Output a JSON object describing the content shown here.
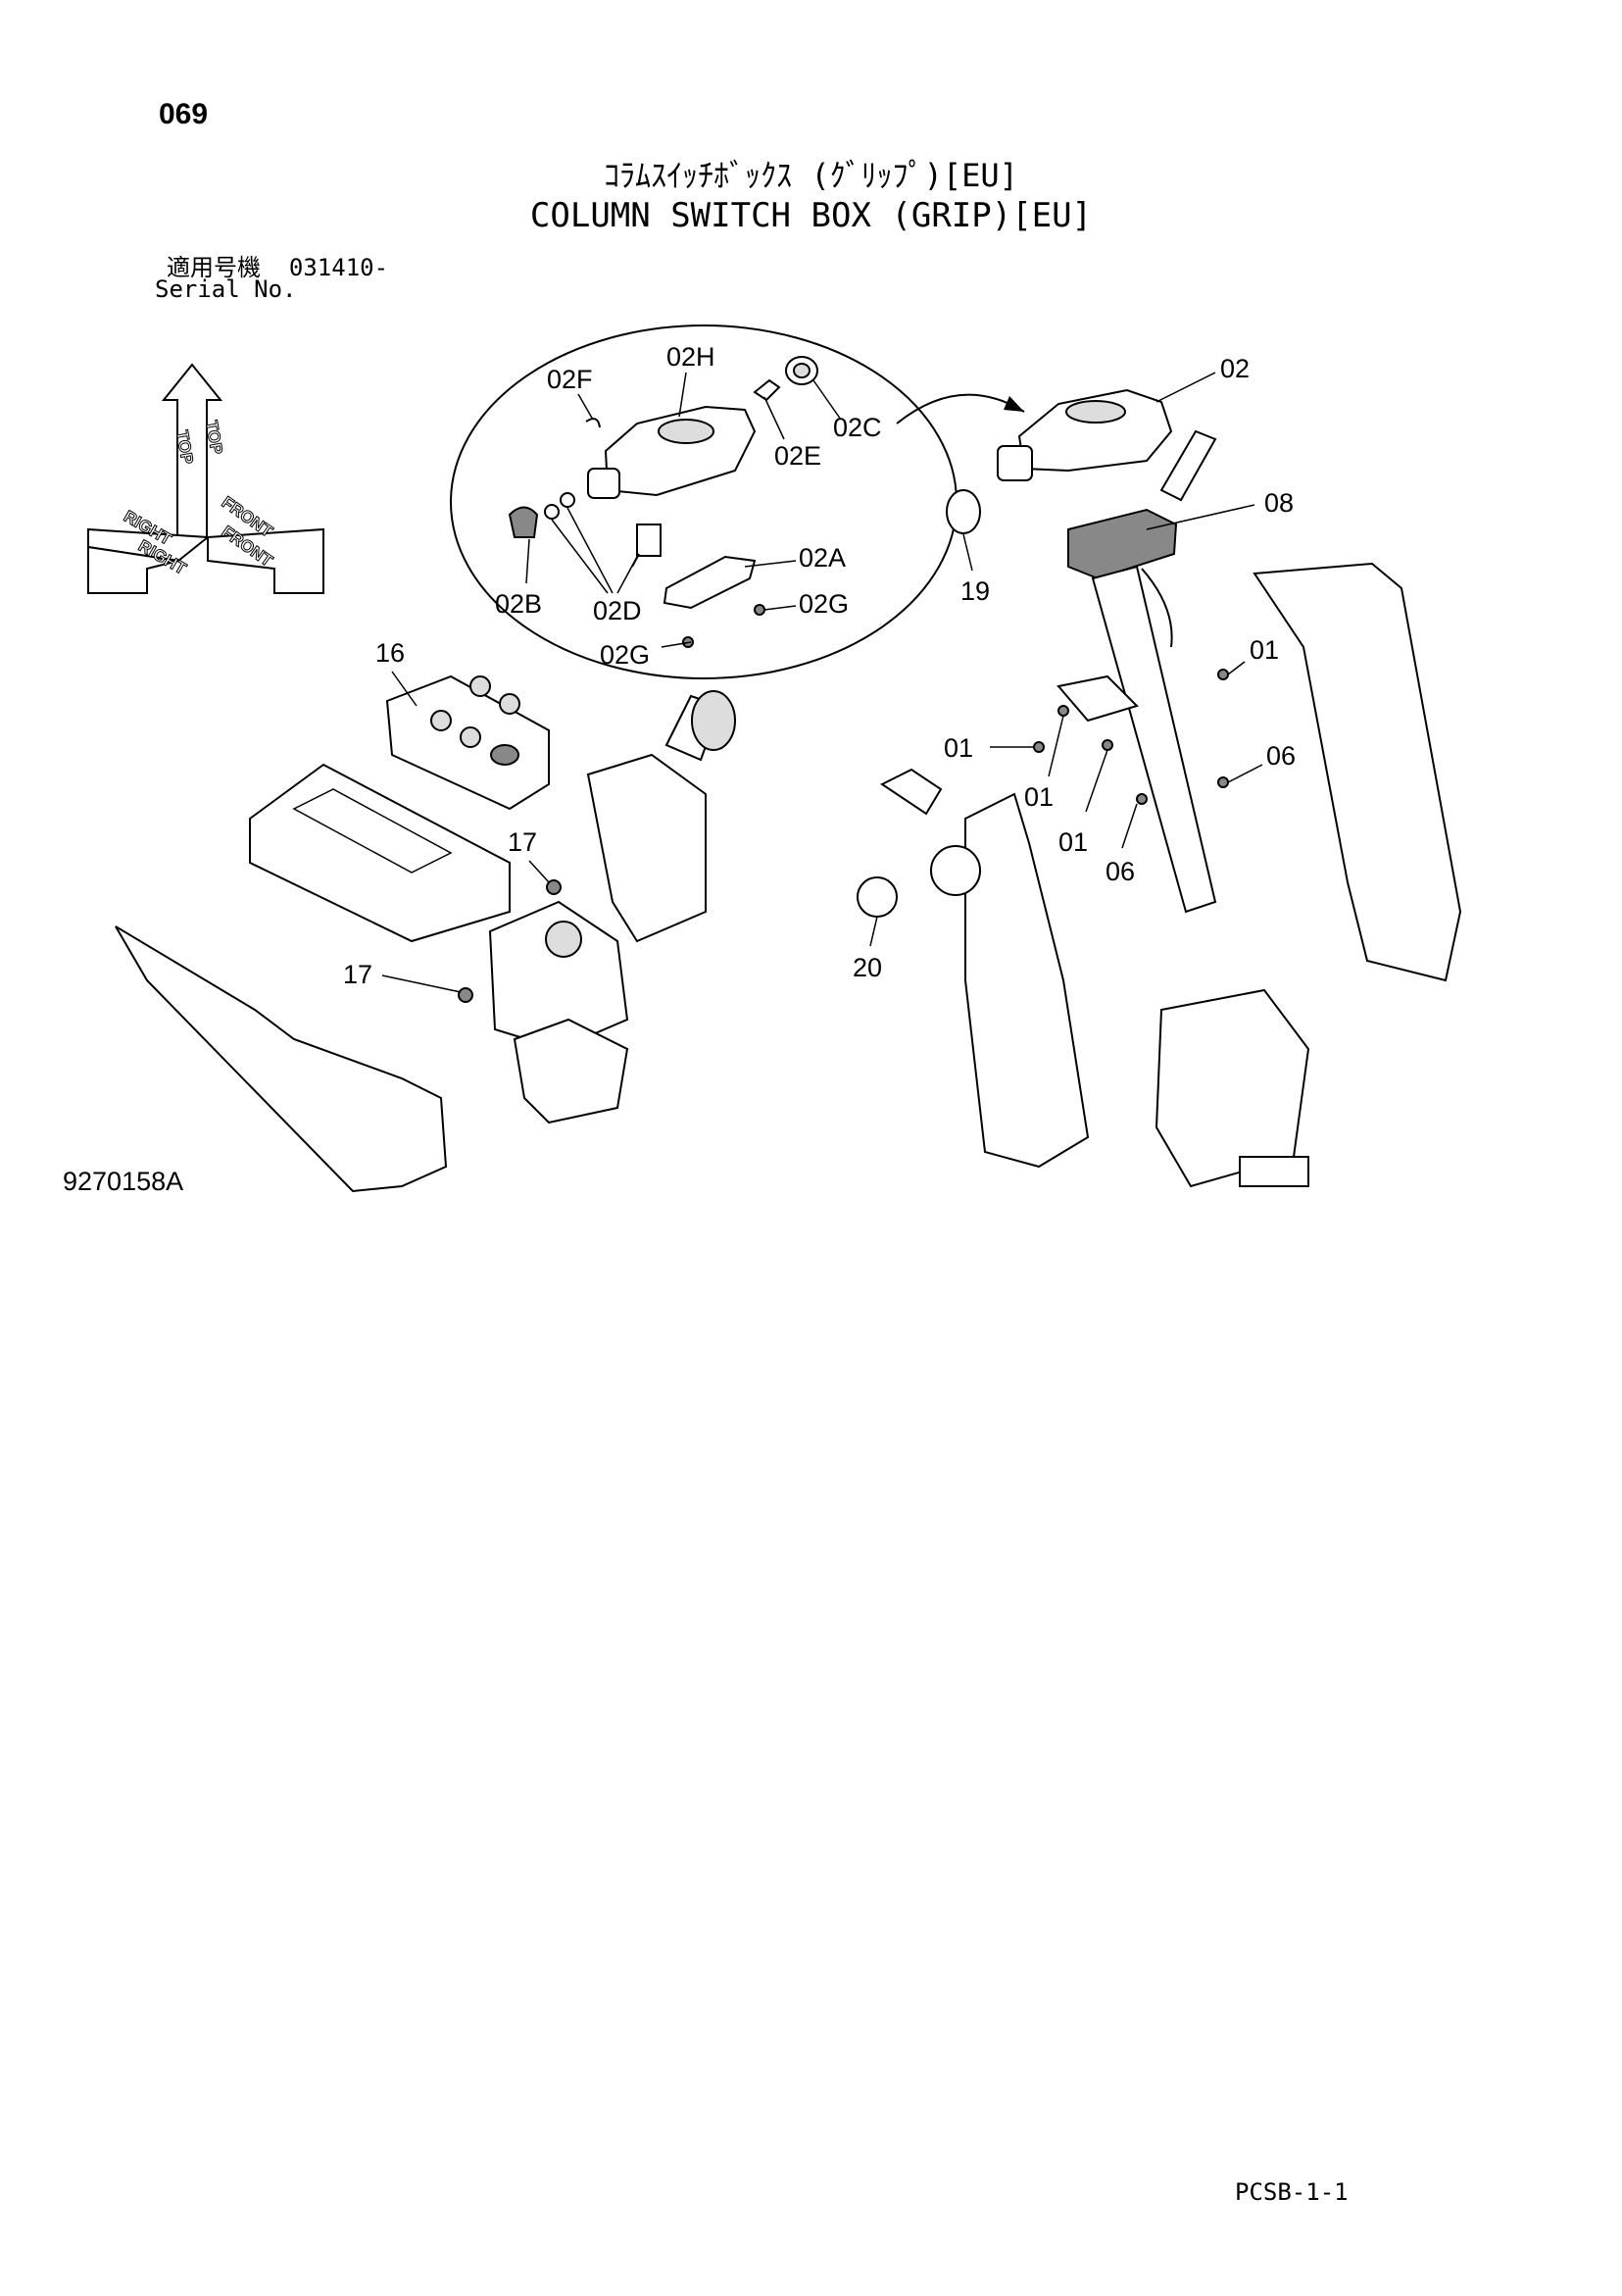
{
  "header": {
    "page_number": "069",
    "title_jp": "ｺﾗﾑｽｲｯﾁﾎﾞｯｸｽ (ｸﾞﾘｯﾌﾟ)[EU]",
    "title_en": "COLUMN SWITCH BOX (GRIP)[EU]",
    "serial_label_jp": "適用号機",
    "serial_value": "031410-",
    "serial_label_en": "Serial No."
  },
  "orientation": {
    "top": "TOP",
    "right": "RIGHT",
    "front": "FRONT"
  },
  "callouts": {
    "c02F": "02F",
    "c02H": "02H",
    "c02C": "02C",
    "c02E": "02E",
    "c02A": "02A",
    "c02G_a": "02G",
    "c02G_b": "02G",
    "c02B": "02B",
    "c02D": "02D",
    "c02": "02",
    "c08": "08",
    "c19": "19",
    "c01_a": "01",
    "c01_b": "01",
    "c01_c": "01",
    "c01_d": "01",
    "c06_a": "06",
    "c06_b": "06",
    "c16": "16",
    "c17_a": "17",
    "c17_b": "17",
    "c20": "20"
  },
  "figure_id": "9270158A",
  "footer_code": "PCSB-1-1"
}
